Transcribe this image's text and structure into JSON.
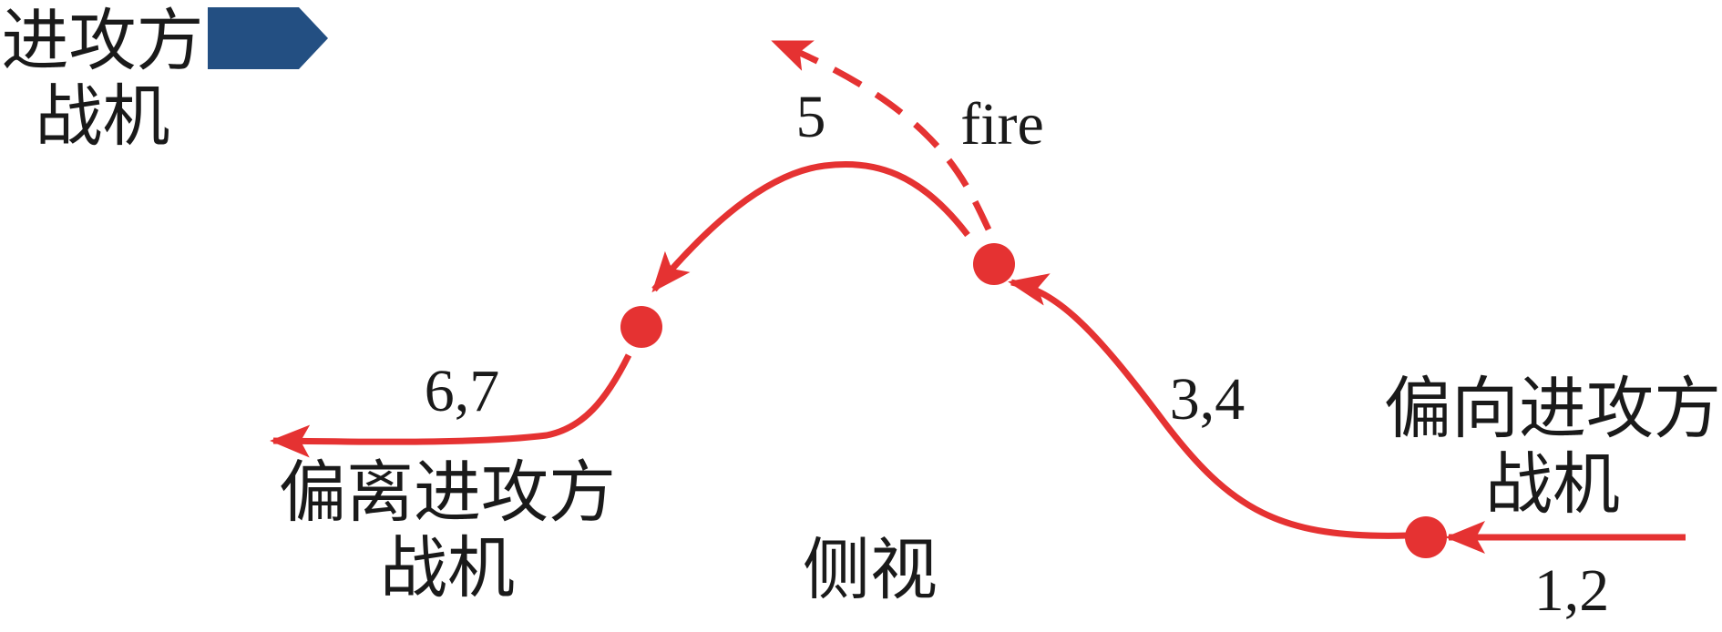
{
  "colors": {
    "path": "#e53232",
    "attacker": "#234f82",
    "text": "#1a1a1a"
  },
  "legend": {
    "attacker_label": "进攻方\n战机",
    "attacker_icon": "pentagon-arrow-icon"
  },
  "labels": {
    "phase_1_2": "1,2",
    "phase_3_4": "3,4",
    "phase_5": "5",
    "phase_6_7": "6,7",
    "fire": "fire",
    "toward_attacker": "偏向进攻方\n战机",
    "away_from_attacker": "偏离进攻方\n战机",
    "view": "侧视"
  }
}
